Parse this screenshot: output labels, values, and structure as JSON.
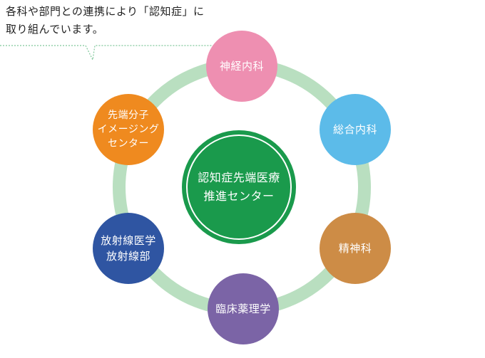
{
  "caption": {
    "line1": "各科や部門との連携により「認知症」に",
    "line2": "取り組んでいます。"
  },
  "colors": {
    "ring": "#b9dfc0",
    "callout_line": "#7fc79a",
    "center": "#1a9a4c"
  },
  "center": {
    "line1": "認知症先端医療",
    "line2": "推進センター"
  },
  "departments": {
    "neurology": {
      "lines": [
        "神経内科"
      ],
      "color": "#ee8fb1"
    },
    "general_internal": {
      "lines": [
        "総合内科"
      ],
      "color": "#5cbbe9"
    },
    "psychiatry": {
      "lines": [
        "精神科"
      ],
      "color": "#cd8c46"
    },
    "clinical_pharmacology": {
      "lines": [
        "臨床薬理学"
      ],
      "color": "#7b64a6"
    },
    "radiology": {
      "lines": [
        "放射線医学",
        "放射線部"
      ],
      "color": "#2f55a2"
    },
    "imaging_center": {
      "lines": [
        "先端分子",
        "イメージング",
        "センター"
      ],
      "color": "#ef8a1f"
    }
  }
}
